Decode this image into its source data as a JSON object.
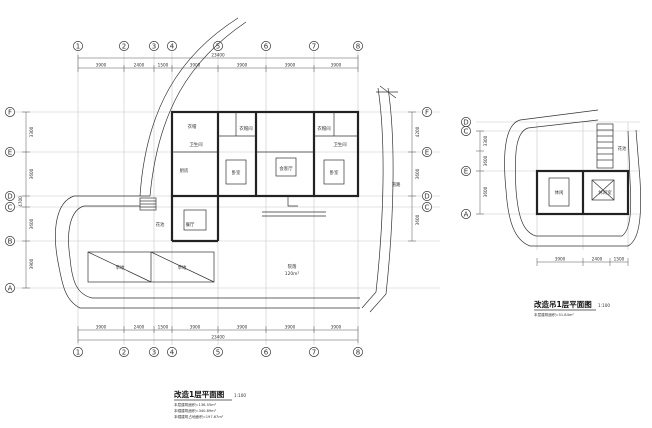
{
  "axes": {
    "numbers": [
      "1",
      "2",
      "3",
      "4",
      "5",
      "6",
      "7",
      "8"
    ],
    "letters": [
      "A",
      "B",
      "C",
      "D",
      "E",
      "F"
    ],
    "right_letters": [
      "A",
      "C",
      "D",
      "E"
    ]
  },
  "dims": {
    "top_segments": [
      "3900",
      "2400",
      "1500",
      "3900",
      "3900",
      "3900",
      "3900"
    ],
    "top_total": "23400",
    "bottom_segments": [
      "3900",
      "2400",
      "1500",
      "3900",
      "3900",
      "3900",
      "3900"
    ],
    "bottom_total": "23400",
    "left_vertical": [
      "3300",
      "3600",
      "4700",
      "3600",
      "3900"
    ],
    "right_vertical": [
      "4200",
      "3600",
      "3600"
    ],
    "annex_vertical": [
      "3300",
      "3600",
      "3600"
    ],
    "annex_bottom": [
      "3900",
      "2400",
      "1500"
    ]
  },
  "rooms": {
    "r1": "衣帽",
    "r2": "卫生间",
    "r3": "衣帽间",
    "r4": "卫生间",
    "r5": "衣帽间",
    "r6": "厨房",
    "r7": "卧室",
    "r8": "会客厅",
    "r9": "卧室",
    "r10": "餐厅",
    "r11": "花池",
    "r12": "草地",
    "r13": "草地",
    "r14": "院落",
    "r14_area": "120m²",
    "r15": "道路",
    "annex_r1": "花池",
    "annex_r2": "休闲",
    "annex_r3": "休闲室"
  },
  "titles": {
    "main": "改造1层平面图",
    "main_scale": "1:100",
    "main_notes": [
      "本层建筑面积=136.55m²",
      "本幢建筑面积=340.89m²",
      "本幢建筑占地面积=197.67m²"
    ],
    "annex": "改造吊1层平面图",
    "annex_scale": "1:100",
    "annex_notes": [
      "本层建筑面积=51.84m²"
    ]
  }
}
